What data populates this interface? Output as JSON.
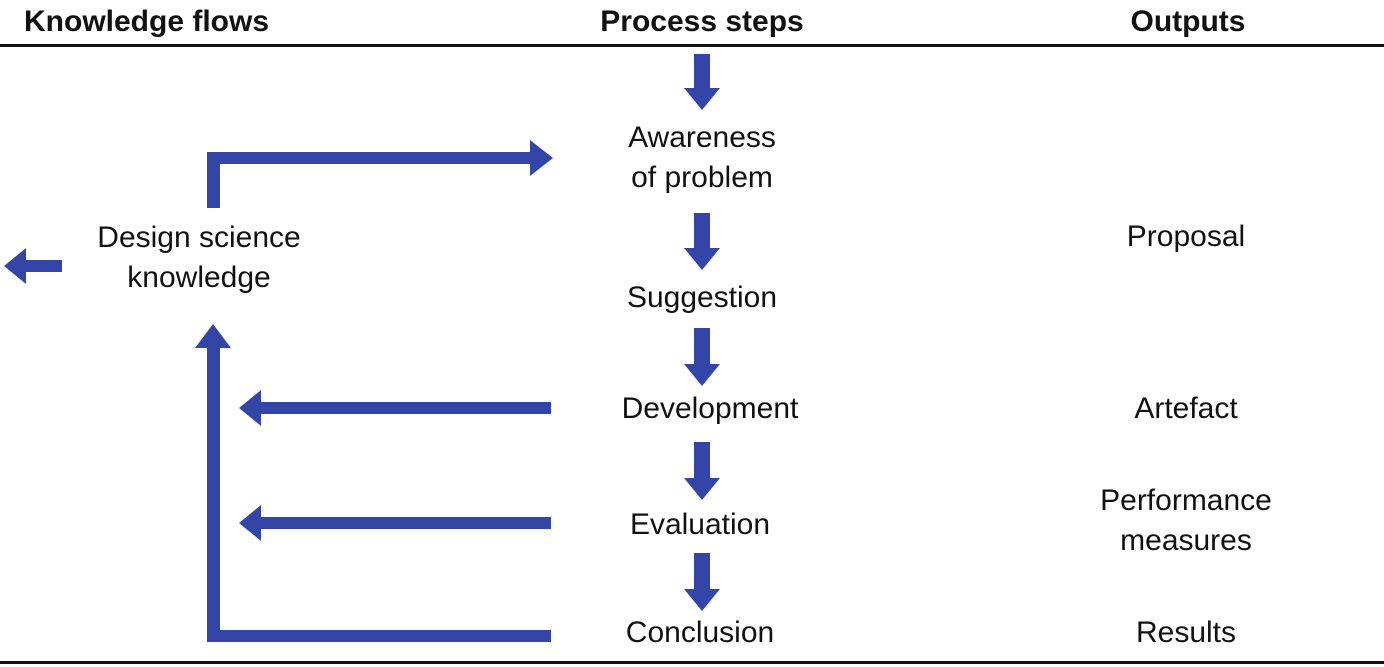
{
  "headers": {
    "knowledge_flows": "Knowledge flows",
    "process_steps": "Process steps",
    "outputs": "Outputs"
  },
  "knowledge": {
    "line1": "Design science",
    "line2": "knowledge"
  },
  "steps": {
    "awareness_line1": "Awareness",
    "awareness_line2": "of problem",
    "suggestion": "Suggestion",
    "development": "Development",
    "evaluation": "Evaluation",
    "conclusion": "Conclusion"
  },
  "outputs": {
    "proposal": "Proposal",
    "artefact": "Artefact",
    "performance_line1": "Performance",
    "performance_line2": "measures",
    "results": "Results"
  },
  "colors": {
    "arrow": "#3346a8",
    "text": "#111111",
    "rule": "#111111"
  }
}
